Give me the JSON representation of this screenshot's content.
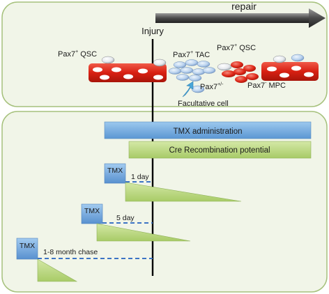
{
  "header": {
    "repair_label": "repair",
    "injury_label": "Injury"
  },
  "top_panel": {
    "qsc_left": {
      "main": "Pax7",
      "sup": "+",
      "rest": " QSC"
    },
    "tac": {
      "main": "Pax7",
      "sup": "+",
      "rest": " TAC"
    },
    "qsc_right": {
      "main": "Pax7",
      "sup": "+",
      "rest": " QSC"
    },
    "pax7_het": {
      "main": "Pax7",
      "sup": "+/-",
      "rest": ""
    },
    "facultative_label": "Facultative cell",
    "mpc": {
      "main": "Pax7",
      "sup": "-",
      "rest": " MPC"
    }
  },
  "bottom_panel": {
    "tmx_administration": "TMX administration",
    "cre_recombination": "Cre Recombination potential",
    "tmx_label": "TMX",
    "chase_1": "1 day",
    "chase_2": "5 day",
    "chase_3": "1-8 month chase"
  },
  "colors": {
    "panel_fill": "#f1f5e8",
    "panel_border": "#a6c17c",
    "blue_bar": "#6ba7dd",
    "green_bar": "#b7d47a",
    "tmx_box": "#6da4db",
    "myofiber": "#e12a1c",
    "dashed_line": "#3c74c4"
  }
}
